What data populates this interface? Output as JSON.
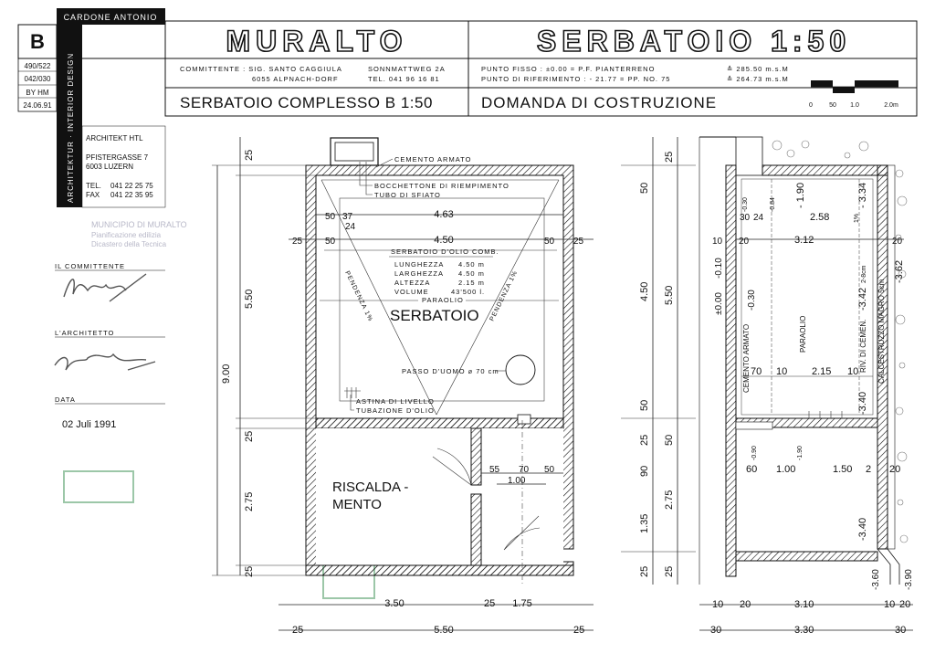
{
  "title_block": {
    "logo_letter": "B",
    "studio_name": "CARDONE ANTONIO",
    "vertical_label": "ARCHITEKTUR · INTERIOR DESIGN",
    "project_code_1": "490/522",
    "project_code_2": "042/030",
    "by": "BY  HM",
    "date_code": "24.06.91",
    "architekt": "ARCHITEKT  HTL",
    "street": "PFISTERGASSE 7",
    "city": "6003         LUZERN",
    "tel_label": "TEL.",
    "tel": "041 22 25 75",
    "fax_label": "FAX",
    "fax": "041 22 35 95",
    "project_name": "MURALTO",
    "drawing_name": "SERBATOIO 1:50",
    "committente": "COMMITTENTE : SIG. SANTO CAGGIULA",
    "committente_addr": "6055 ALPNACH-DORF",
    "committente_street": "SONNMATTWEG 2A",
    "committente_tel": "TEL.  041 96 16 81",
    "punto_fisso": "PUNTO FISSO :  ±0.00 = P.F. PIANTERRENO",
    "punto_rif": "PUNTO DI RIFERIMENTO : - 21.77 = PP. NO. 75",
    "quota_1": "≙ 285.50 m.s.M",
    "quota_2": "≙ 264.73 m.s.M",
    "subtitle_left": "SERBATOIO COMPLESSO B 1:50",
    "subtitle_right": "DOMANDA   DI   COSTRUZIONE",
    "scale_labels": [
      "0",
      "50",
      "1.0",
      "2.0m"
    ]
  },
  "side": {
    "municipio_1": "MUNICIPIO DI MURALTO",
    "municipio_2": "Pianificazione edilizia",
    "municipio_3": "Dicastero della Tecnica",
    "committente_label": "IL COMMITTENTE",
    "architetto_label": "L'ARCHITETTO",
    "data_label": "DATA",
    "data_value": "02 Juli 1991"
  },
  "plan": {
    "cemento": "CEMENTO ARMATO",
    "bocchettone": "BOCCHETTONE DI RIEMPIMENTO",
    "tubo": "TUBO DI SFIATO",
    "tank_title": "SERBATOIO D'OLIO COMB.",
    "lunghezza_l": "LUNGHEZZA",
    "lunghezza_v": "4.50 m",
    "larghezza_l": "LARGHEZZA",
    "larghezza_v": "4.50 m",
    "altezza_l": "ALTEZZA",
    "altezza_v": "2.15 m",
    "volume_l": "VOLUME",
    "volume_v": "43'500 l.",
    "paraolio": "PARAOLIO",
    "room_serbatoio": "SERBATOIO",
    "pendenza_l": "PENDENZA 1%",
    "pendenza_r": "PENDENZA 1%",
    "passo": "PASSO D'UOMO  ⌀ 70 cm",
    "astina": "ASTINA DI LIVELLO",
    "tubazione": "TUBAZIONE D'OLIO",
    "room_risc_1": "RISCALDA -",
    "room_risc_2": "MENTO",
    "d_top_25": "25",
    "d_550": "5.50",
    "d_900": "9.00",
    "d_mid_25": "25",
    "d_275": "2.75",
    "d_bot_25": "25",
    "d_463": "4.63",
    "d_450": "4.50",
    "d_50a": "50",
    "d_37": "37",
    "d_24": "24",
    "d_25l": "25",
    "d_50l": "50",
    "d_50r": "50",
    "d_25r": "25",
    "d_55": "55",
    "d_70": "70",
    "d_50c": "50",
    "d_100": "1.00",
    "d_350": "3.50",
    "d_25b": "25",
    "d_175": "1.75",
    "d_25bl": "25",
    "d_550b": "5.50",
    "d_25br": "25"
  },
  "section_dims": {
    "s25a": "25",
    "s50a": "50",
    "s450": "4.50",
    "s550": "5.50",
    "s50b": "50",
    "s25b": "25",
    "s50c": "50",
    "s90": "90",
    "s275": "2.75",
    "s135": "1.35",
    "s25c": "25",
    "s25d": "25"
  },
  "section": {
    "e190a": "- 1.90",
    "e334": "- 3.34",
    "e030a": "-0.30",
    "e084": "-0.84",
    "s30": "30",
    "s24": "24",
    "s258": "2.58",
    "s1pct": "1%",
    "s10a": "10",
    "s20a": "20",
    "s312": "3.12",
    "s20b": "20",
    "e000": "±0.00",
    "e010": "-0.10",
    "e030b": "-0.30",
    "riv": "RIV. DI CEMEN.",
    "e342a": "-3.42",
    "e342b": "2-8cm",
    "calc": "CALCESTRUZZO MAGRO 5cm",
    "e362": "-3.62",
    "paraolio": "PARAOLIO",
    "cem": "CEMENTO ARMATO",
    "s70": "70",
    "s10b": "10",
    "s215": "2.15",
    "s10c": "10",
    "e340a": "-3.40",
    "e090": "-0.90",
    "e190b": "-1.90",
    "s60": "60",
    "s100": "1.00",
    "s150": "1.50",
    "s2": "2",
    "s20c": "20",
    "e340b": "-3.40",
    "e360": "-3.60",
    "e390": "-3.90",
    "b10": "10",
    "b20": "20",
    "b310": "3.10",
    "b10r": "10",
    "b20r": "20",
    "b30": "30",
    "b330": "3.30",
    "b30r": "30"
  }
}
